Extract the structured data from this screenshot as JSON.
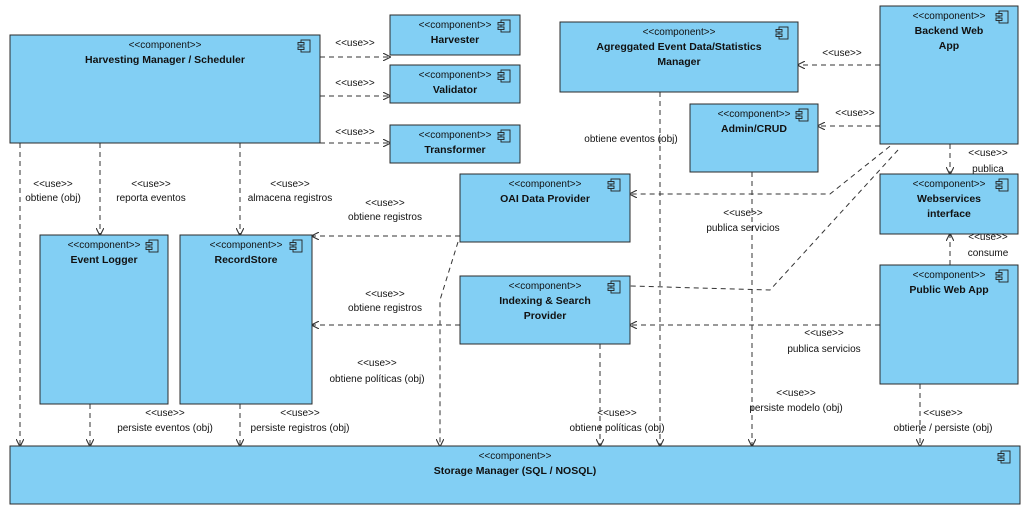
{
  "components": [
    {
      "id": "harvesting_manager",
      "stereotype": "<<component>>",
      "name": [
        "Harvesting Manager / Scheduler"
      ]
    },
    {
      "id": "harvester",
      "stereotype": "<<component>>",
      "name": [
        "Harvester"
      ]
    },
    {
      "id": "validator",
      "stereotype": "<<component>>",
      "name": [
        "Validator"
      ]
    },
    {
      "id": "transformer",
      "stereotype": "<<component>>",
      "name": [
        "Transformer"
      ]
    },
    {
      "id": "aggregated",
      "stereotype": "<<component>>",
      "name": [
        "Agreggated Event Data/Statistics",
        "Manager"
      ]
    },
    {
      "id": "backend",
      "stereotype": "<<component>>",
      "name": [
        "Backend Web",
        "App"
      ]
    },
    {
      "id": "admin",
      "stereotype": "<<component>>",
      "name": [
        "Admin/CRUD"
      ]
    },
    {
      "id": "oai",
      "stereotype": "<<component>>",
      "name": [
        "OAI Data Provider"
      ]
    },
    {
      "id": "webservices",
      "stereotype": "<<component>>",
      "name": [
        "Webservices",
        "interface"
      ]
    },
    {
      "id": "event_logger",
      "stereotype": "<<component>>",
      "name": [
        "Event Logger"
      ]
    },
    {
      "id": "recordstore",
      "stereotype": "<<component>>",
      "name": [
        "RecordStore"
      ]
    },
    {
      "id": "indexing",
      "stereotype": "<<component>>",
      "name": [
        "Indexing & Search",
        "Provider"
      ]
    },
    {
      "id": "public_web",
      "stereotype": "<<component>>",
      "name": [
        "Public Web App"
      ]
    },
    {
      "id": "storage",
      "stereotype": "<<component>>",
      "name": [
        "Storage Manager (SQL / NOSQL)"
      ]
    }
  ],
  "dependencies": [
    {
      "id": "hm_harvester",
      "stereotype": "<<use>>",
      "label": ""
    },
    {
      "id": "hm_validator",
      "stereotype": "<<use>>",
      "label": ""
    },
    {
      "id": "hm_transformer",
      "stereotype": "<<use>>",
      "label": ""
    },
    {
      "id": "hm_storage",
      "stereotype": "<<use>>",
      "label": "obtiene (obj)"
    },
    {
      "id": "hm_eventlogger",
      "stereotype": "<<use>>",
      "label": "reporta eventos"
    },
    {
      "id": "hm_recordstore",
      "stereotype": "<<use>>",
      "label": "almacena registros"
    },
    {
      "id": "oai_recordstore",
      "stereotype": "<<use>>",
      "label": "obtiene registros"
    },
    {
      "id": "idx_recordstore",
      "stereotype": "<<use>>",
      "label": "obtiene registros"
    },
    {
      "id": "oai_storage",
      "stereotype": "<<use>>",
      "label": "obtiene políticas (obj)"
    },
    {
      "id": "el_storage",
      "stereotype": "<<use>>",
      "label": "persiste eventos (obj)"
    },
    {
      "id": "rs_storage",
      "stereotype": "<<use>>",
      "label": "persiste registros (obj)"
    },
    {
      "id": "idx_storage",
      "stereotype": "<<use>>",
      "label": "obtiene políticas (obj)"
    },
    {
      "id": "agg_storage",
      "stereotype": "",
      "label": ""
    },
    {
      "id": "admin_storage",
      "stereotype": "<<use>>",
      "label": "persiste modelo (obj)"
    },
    {
      "id": "pub_storage",
      "stereotype": "<<use>>",
      "label": "obtiene / persiste (obj)"
    },
    {
      "id": "backend_agg",
      "stereotype": "<<use>>",
      "label": ""
    },
    {
      "id": "backend_admin",
      "stereotype": "<<use>>",
      "label": ""
    },
    {
      "id": "backend_ws",
      "stereotype": "<<use>>",
      "label": "publica"
    },
    {
      "id": "pub_ws",
      "stereotype": "<<use>>",
      "label": "consume"
    },
    {
      "id": "pub_idx",
      "stereotype": "<<use>>",
      "label": "publica servicios"
    },
    {
      "id": "admin_oai",
      "stereotype": "<<use>>",
      "label": "publica servicios"
    },
    {
      "id": "agg_events",
      "stereotype": "",
      "label": "obtiene eventos (obj)"
    }
  ]
}
